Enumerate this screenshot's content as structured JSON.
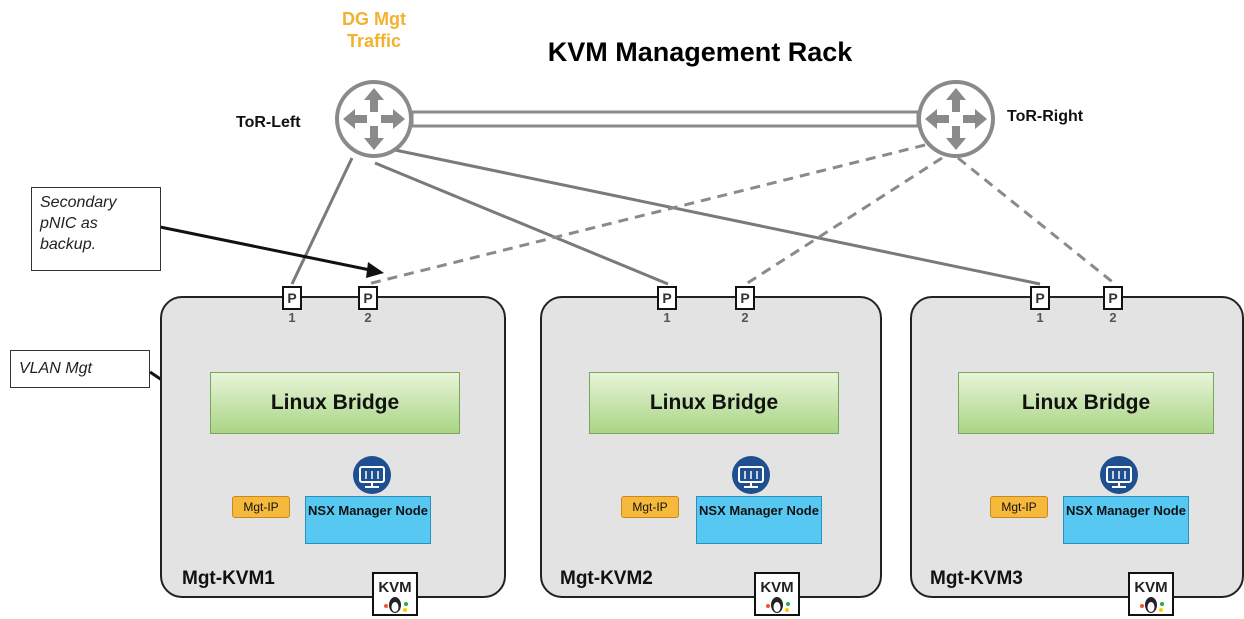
{
  "title": "KVM Management Rack",
  "dg_label": "DG Mgt Traffic",
  "tors": {
    "left": "ToR-Left",
    "right": "ToR-Right"
  },
  "callouts": {
    "secondary": "Secondary pNIC as backup.",
    "vlan": "VLAN Mgt"
  },
  "hosts": [
    {
      "name": "Mgt-KVM1",
      "bridge": "Linux Bridge",
      "ip": "Mgt-IP",
      "nsx": "NSX Manager Node",
      "port_label": "P",
      "p1": "1",
      "p2": "2",
      "kvm": "KVM"
    },
    {
      "name": "Mgt-KVM2",
      "bridge": "Linux Bridge",
      "ip": "Mgt-IP",
      "nsx": "NSX Manager Node",
      "port_label": "P",
      "p1": "1",
      "p2": "2",
      "kvm": "KVM"
    },
    {
      "name": "Mgt-KVM3",
      "bridge": "Linux Bridge",
      "ip": "Mgt-IP",
      "nsx": "NSX Manager Node",
      "port_label": "P",
      "p1": "1",
      "p2": "2",
      "kvm": "KVM"
    }
  ],
  "colors": {
    "dg": "#f3b12f",
    "bridge": "#a9d585",
    "mgt_ip": "#f6b93b",
    "nsx": "#57c8f2",
    "nsx_icon": "#1d4f91",
    "host_bg": "#e3e3e3",
    "link": "#7a7a7a"
  },
  "icons": {
    "router": "router-icon",
    "nsx": "nsx-manager-icon",
    "kvm": "kvm-logo"
  }
}
